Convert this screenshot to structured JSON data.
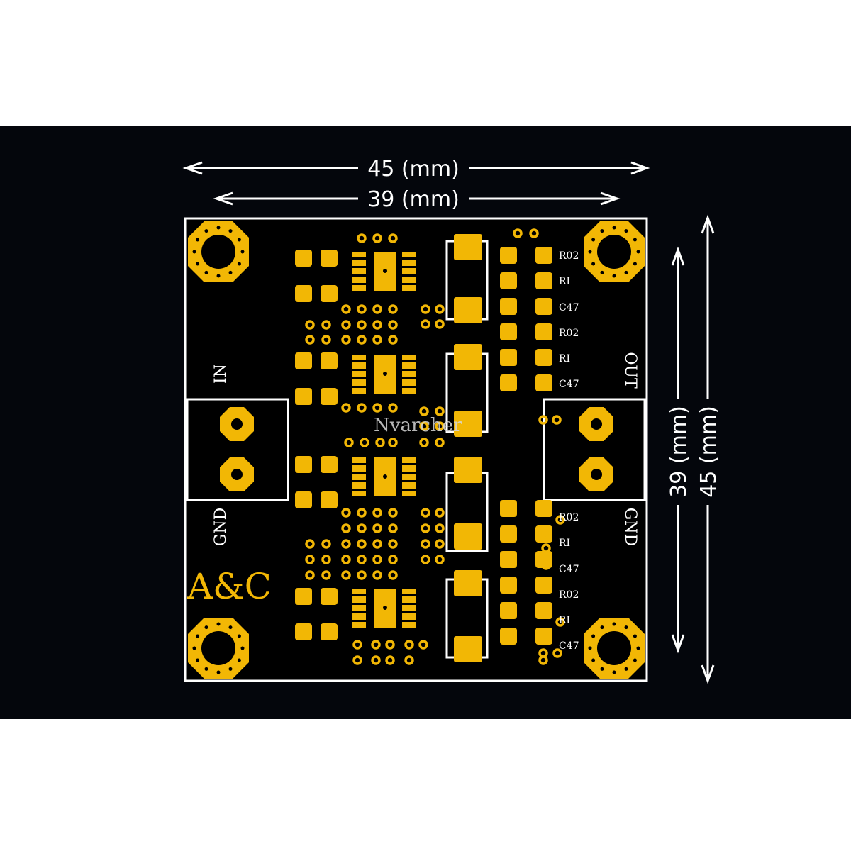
{
  "dimensions": {
    "top_outer": "45 (mm)",
    "top_inner": "39 (mm)",
    "side_inner": "39 (mm)",
    "side_outer": "45 (mm)"
  },
  "labels": {
    "in": "IN",
    "out": "OUT",
    "gnd_left": "GND",
    "gnd_right": "GND",
    "brand": "A&C",
    "watermark": "Nvarcher"
  },
  "refs": [
    "R02",
    "RI",
    "C47",
    "R02",
    "RI",
    "C47",
    "R02",
    "RI",
    "C47",
    "R02",
    "RI",
    "C47"
  ],
  "colors": {
    "background": "#04060c",
    "board": "#000000",
    "copper": "#f2b705",
    "silkscreen": "#ffffff"
  }
}
